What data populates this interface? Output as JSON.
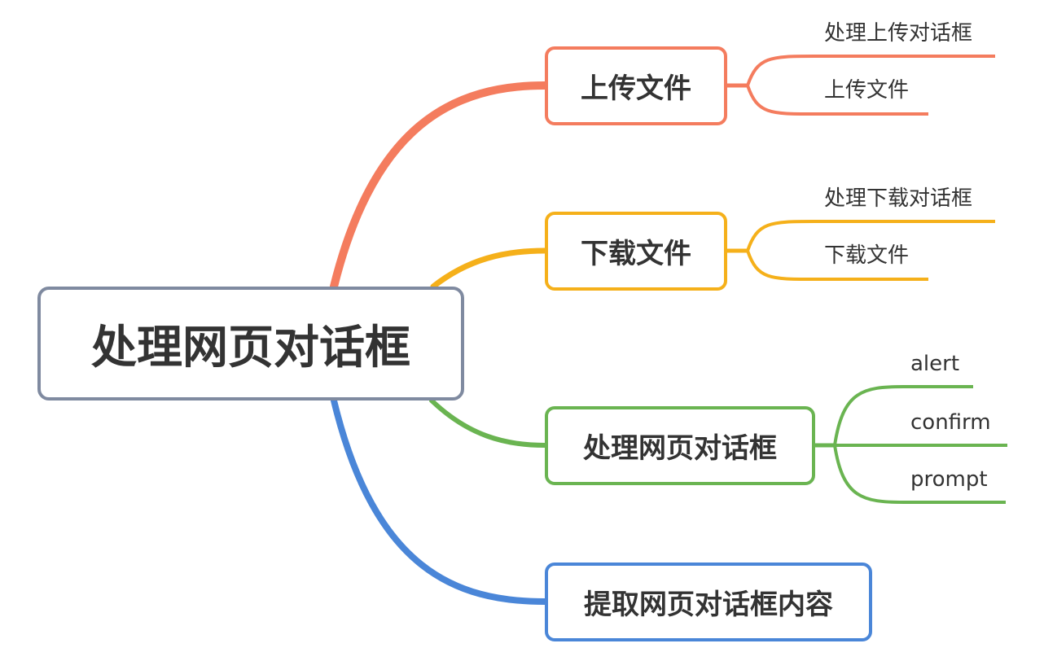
{
  "root": {
    "label": "处理网页对话框"
  },
  "branches": [
    {
      "label": "上传文件",
      "color": "#f47c5e",
      "children": [
        "处理上传对话框",
        "上传文件"
      ]
    },
    {
      "label": "下载文件",
      "color": "#f5b01a",
      "children": [
        "处理下载对话框",
        "下载文件"
      ]
    },
    {
      "label": "处理网页对话框",
      "color": "#6ab451",
      "children": [
        "alert",
        "confirm",
        "prompt"
      ]
    },
    {
      "label": "提取网页对话框内容",
      "color": "#4a86d8",
      "children": []
    }
  ]
}
